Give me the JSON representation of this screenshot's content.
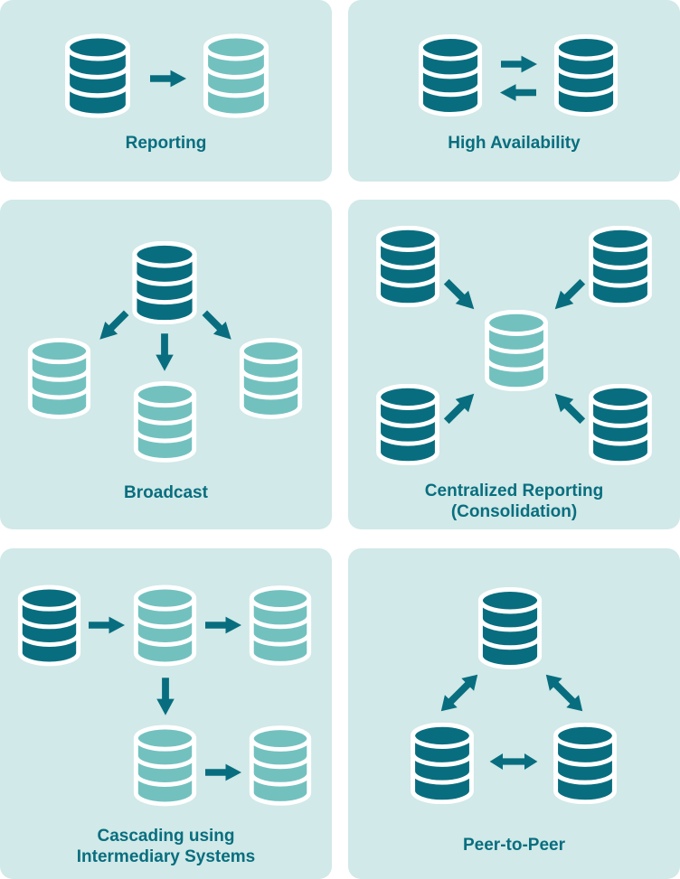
{
  "colors": {
    "page_background": "#ffffff",
    "panel_background": "#d1e9e8",
    "primary_database": "#086e7f",
    "replica_database": "#72c1bf",
    "arrow": "#086e7f",
    "label_text": "#086e7f",
    "icon_outline": "#ffffff"
  },
  "panels": [
    {
      "id": "reporting",
      "label": "Reporting",
      "nodes": [
        {
          "type": "database",
          "variant": "primary"
        },
        {
          "type": "database",
          "variant": "replica"
        }
      ],
      "arrows": [
        {
          "from": 0,
          "to": 1,
          "bidirectional": false,
          "direction": "right"
        }
      ]
    },
    {
      "id": "high-availability",
      "label": "High Availability",
      "nodes": [
        {
          "type": "database",
          "variant": "primary"
        },
        {
          "type": "database",
          "variant": "primary"
        }
      ],
      "arrows": [
        {
          "from": 0,
          "to": 1,
          "bidirectional": false,
          "direction": "right"
        },
        {
          "from": 1,
          "to": 0,
          "bidirectional": false,
          "direction": "left"
        }
      ]
    },
    {
      "id": "broadcast",
      "label": "Broadcast",
      "nodes": [
        {
          "type": "database",
          "variant": "primary",
          "position": "top-center"
        },
        {
          "type": "database",
          "variant": "replica",
          "position": "bottom-left"
        },
        {
          "type": "database",
          "variant": "replica",
          "position": "bottom-center"
        },
        {
          "type": "database",
          "variant": "replica",
          "position": "bottom-right"
        }
      ],
      "arrows": [
        {
          "from": 0,
          "to": 1,
          "bidirectional": false,
          "direction": "down-left"
        },
        {
          "from": 0,
          "to": 2,
          "bidirectional": false,
          "direction": "down"
        },
        {
          "from": 0,
          "to": 3,
          "bidirectional": false,
          "direction": "down-right"
        }
      ]
    },
    {
      "id": "centralized-reporting",
      "label": "Centralized Reporting\n(Consolidation)",
      "nodes": [
        {
          "type": "database",
          "variant": "primary",
          "position": "top-left"
        },
        {
          "type": "database",
          "variant": "primary",
          "position": "top-right"
        },
        {
          "type": "database",
          "variant": "primary",
          "position": "bottom-left"
        },
        {
          "type": "database",
          "variant": "primary",
          "position": "bottom-right"
        },
        {
          "type": "database",
          "variant": "replica",
          "position": "center"
        }
      ],
      "arrows": [
        {
          "from": 0,
          "to": 4,
          "bidirectional": false,
          "direction": "down-right"
        },
        {
          "from": 1,
          "to": 4,
          "bidirectional": false,
          "direction": "down-left"
        },
        {
          "from": 2,
          "to": 4,
          "bidirectional": false,
          "direction": "up-right"
        },
        {
          "from": 3,
          "to": 4,
          "bidirectional": false,
          "direction": "up-left"
        }
      ]
    },
    {
      "id": "cascading",
      "label": "Cascading using\nIntermediary Systems",
      "nodes": [
        {
          "type": "database",
          "variant": "primary",
          "position": "row1-left"
        },
        {
          "type": "database",
          "variant": "replica",
          "position": "row1-center"
        },
        {
          "type": "database",
          "variant": "replica",
          "position": "row1-right"
        },
        {
          "type": "database",
          "variant": "replica",
          "position": "row2-center"
        },
        {
          "type": "database",
          "variant": "replica",
          "position": "row2-right"
        }
      ],
      "arrows": [
        {
          "from": 0,
          "to": 1,
          "bidirectional": false,
          "direction": "right"
        },
        {
          "from": 1,
          "to": 2,
          "bidirectional": false,
          "direction": "right"
        },
        {
          "from": 1,
          "to": 3,
          "bidirectional": false,
          "direction": "down"
        },
        {
          "from": 3,
          "to": 4,
          "bidirectional": false,
          "direction": "right"
        }
      ]
    },
    {
      "id": "peer-to-peer",
      "label": "Peer-to-Peer",
      "nodes": [
        {
          "type": "database",
          "variant": "primary",
          "position": "top-center"
        },
        {
          "type": "database",
          "variant": "primary",
          "position": "bottom-left"
        },
        {
          "type": "database",
          "variant": "primary",
          "position": "bottom-right"
        }
      ],
      "arrows": [
        {
          "from": 0,
          "to": 1,
          "bidirectional": true,
          "direction": "diagonal"
        },
        {
          "from": 0,
          "to": 2,
          "bidirectional": true,
          "direction": "diagonal"
        },
        {
          "from": 1,
          "to": 2,
          "bidirectional": true,
          "direction": "horizontal"
        }
      ]
    }
  ]
}
